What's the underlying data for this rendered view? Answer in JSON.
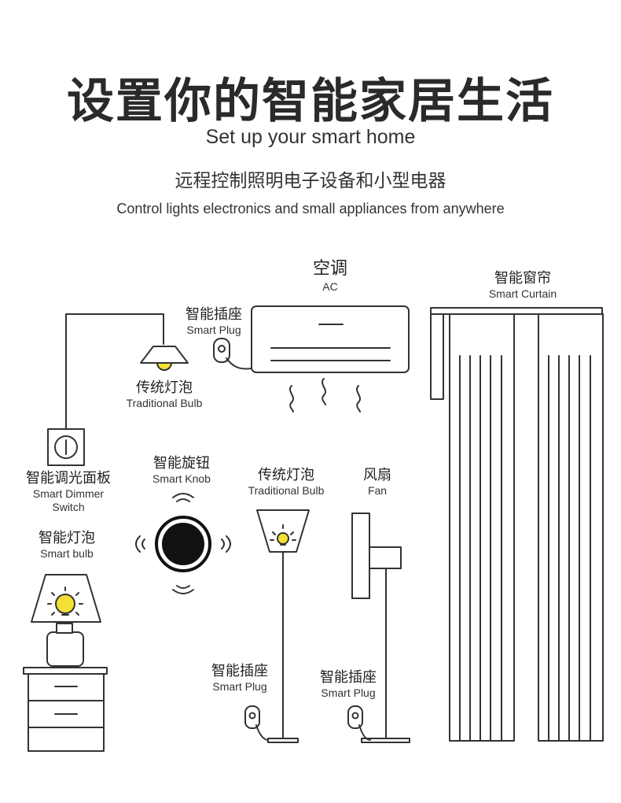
{
  "header": {
    "title": "设置你的智能家居生活",
    "subtitle": "Set up your smart home",
    "desc_cn": "远程控制照明电子设备和小型电器",
    "desc_en": "Control lights electronics and small appliances from anywhere"
  },
  "labels": {
    "ac": {
      "cn": "空调",
      "en": "AC"
    },
    "plug_ac": {
      "cn": "智能插座",
      "en": "Smart Plug"
    },
    "curtain": {
      "cn": "智能窗帘",
      "en": "Smart Curtain"
    },
    "bulb_top": {
      "cn": "传统灯泡",
      "en": "Traditional Bulb"
    },
    "dimmer": {
      "cn": "智能调光面板",
      "en": "Smart Dimmer",
      "en2": "Switch"
    },
    "knob": {
      "cn": "智能旋钮",
      "en": "Smart Knob"
    },
    "bulb_floor": {
      "cn": "传统灯泡",
      "en": "Traditional Bulb"
    },
    "fan": {
      "cn": "风扇",
      "en": "Fan"
    },
    "smart_bulb": {
      "cn": "智能灯泡",
      "en": "Smart bulb"
    },
    "plug_lamp": {
      "cn": "智能插座",
      "en": "Smart Plug"
    },
    "plug_fan": {
      "cn": "智能插座",
      "en": "Smart Plug"
    }
  },
  "colors": {
    "line": "#333333",
    "bulb": "#f5e135",
    "knob_dark": "#111111"
  }
}
